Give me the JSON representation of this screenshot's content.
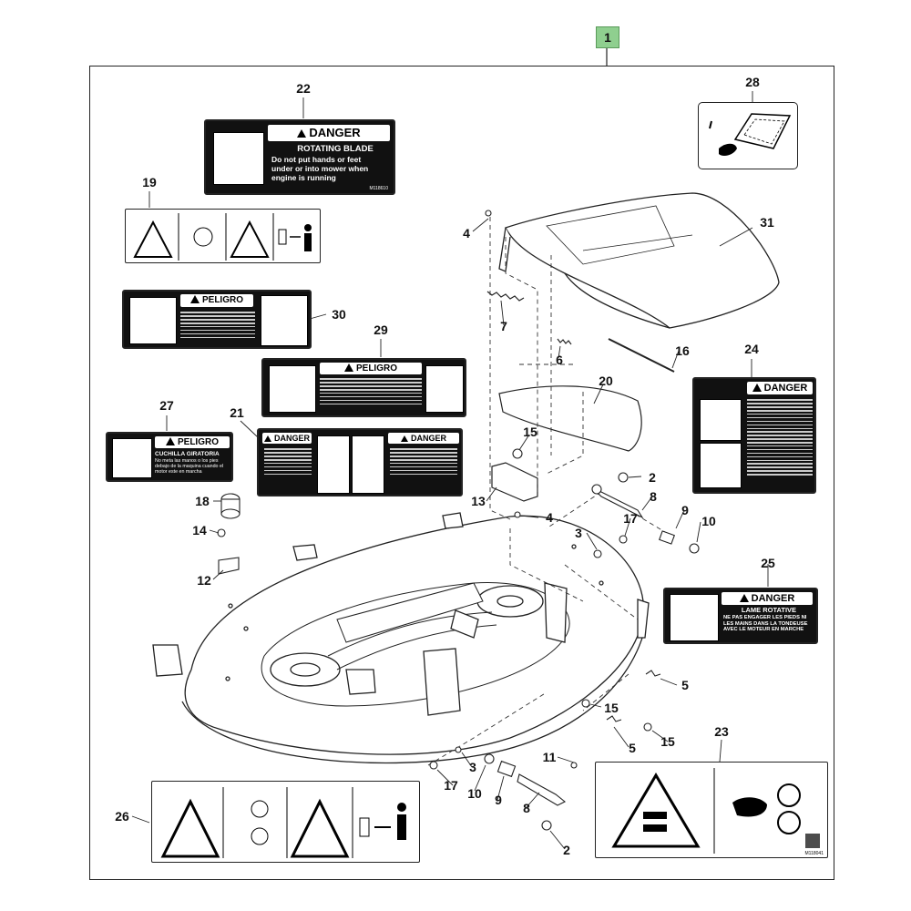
{
  "assembly_number": "1",
  "callouts": {
    "c22": "22",
    "c28": "28",
    "c19": "19",
    "c31": "31",
    "c4a": "4",
    "c30": "30",
    "c7": "7",
    "c29": "29",
    "c16": "16",
    "c6": "6",
    "c24": "24",
    "c20": "20",
    "c27": "27",
    "c21": "21",
    "c15a": "15",
    "c2a": "2",
    "c8a": "8",
    "c13": "13",
    "c4b": "4",
    "c9a": "9",
    "c18": "18",
    "c17a": "17",
    "c10a": "10",
    "c3a": "3",
    "c14": "14",
    "c12": "12",
    "c25": "25",
    "c5a": "5",
    "c15b": "15",
    "c5b": "5",
    "c15c": "15",
    "c23": "23",
    "c11": "11",
    "c3b": "3",
    "c17b": "17",
    "c10b": "10",
    "c9b": "9",
    "c8b": "8",
    "c26": "26",
    "c2b": "2"
  },
  "decals": {
    "d22": {
      "header": "DANGER",
      "title": "ROTATING BLADE",
      "body": "Do not put hands or feet under or into mower when engine is running",
      "code": "M118610"
    },
    "d30": {
      "header": "PELIGRO"
    },
    "d29": {
      "header": "PELIGRO"
    },
    "d21": {
      "header_left": "DANGER",
      "header_right": "DANGER"
    },
    "d27": {
      "header": "PELIGRO",
      "title": "CUCHILLA GIRATORIA",
      "body": "No meta las manos o los pies debajo de la maquina cuando el motor este en marcha"
    },
    "d24": {
      "header": "DANGER"
    },
    "d25": {
      "header": "DANGER",
      "title": "LAME ROTATIVE",
      "body": "NE PAS ENGAGER LES PIEDS NI LES MAINS DANS LA TONDEUSE AVEC LE MOTEUR EN MARCHE"
    },
    "d23": {
      "code": "M118041"
    }
  },
  "icons": {
    "warning": "warning-triangle-icon",
    "hand": "hand-icon",
    "foot": "foot-icon",
    "blade": "rotating-blade-icon",
    "person": "person-icon",
    "distance": "keep-distance-icon"
  }
}
